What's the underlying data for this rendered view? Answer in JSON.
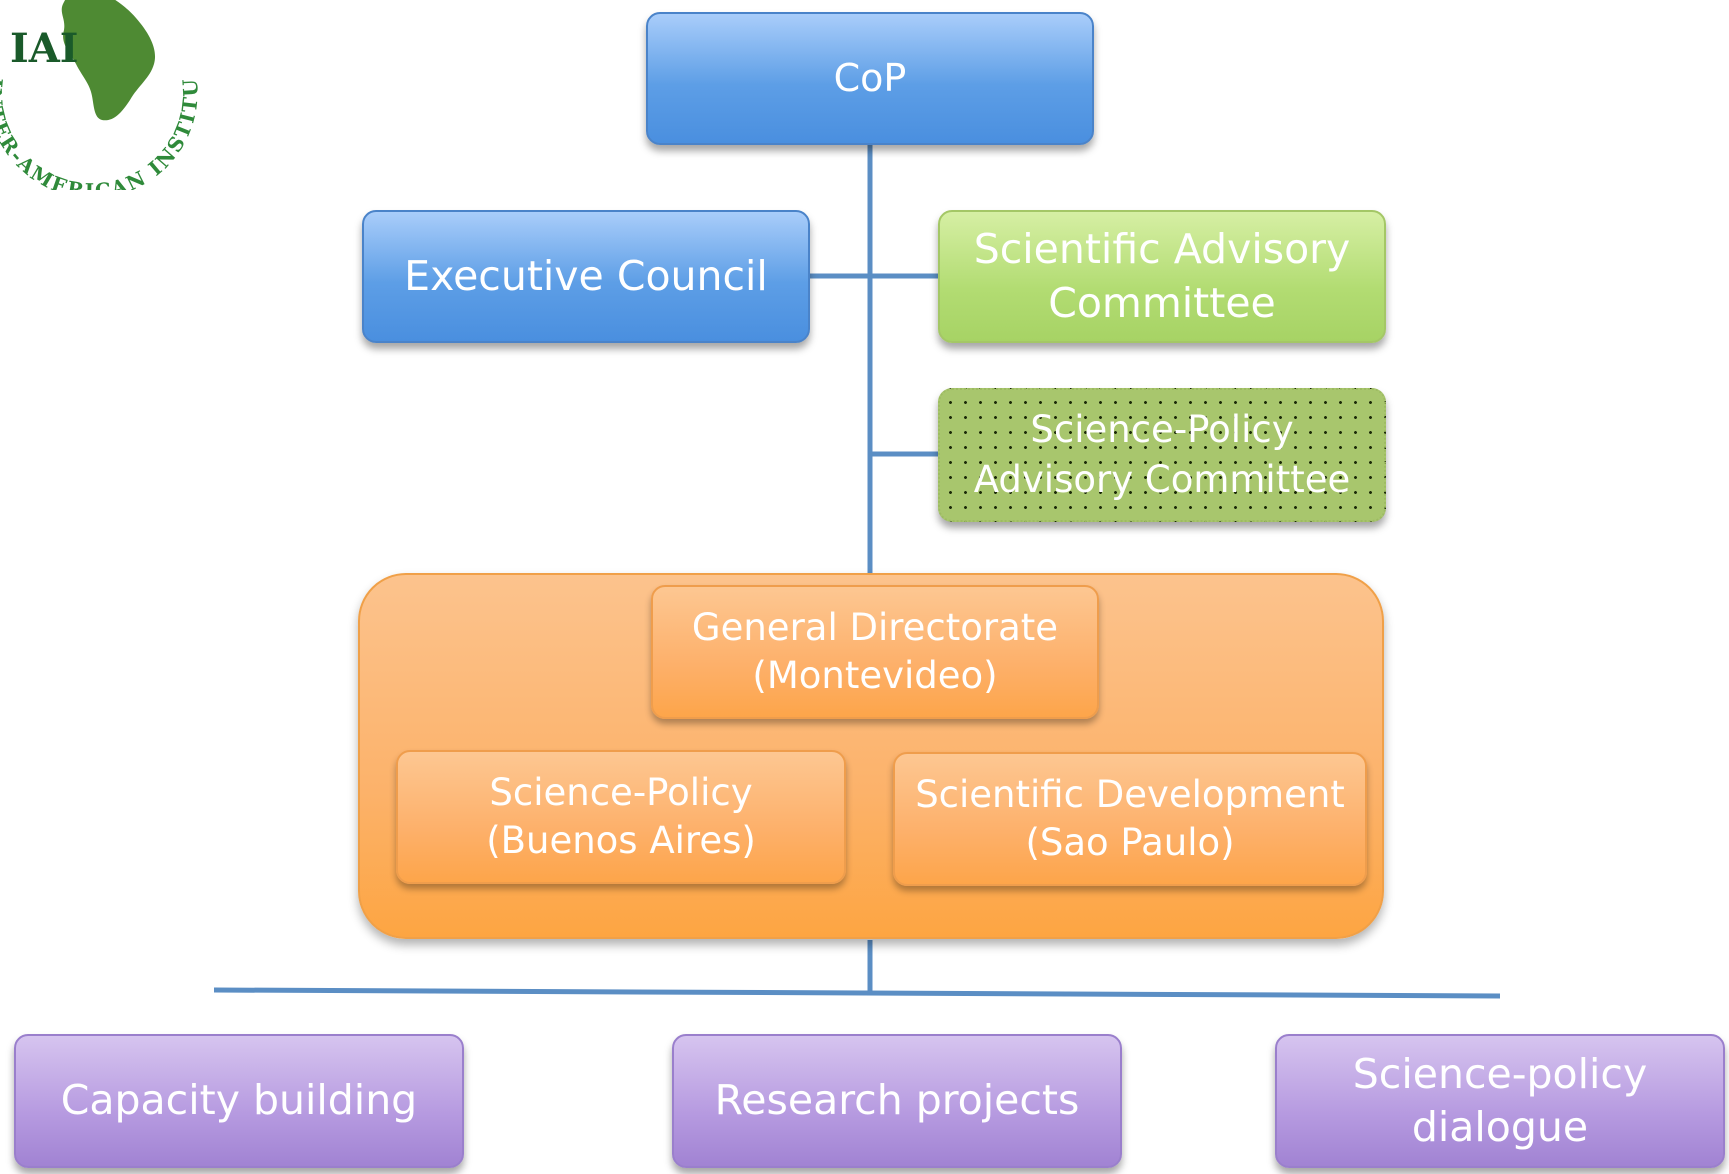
{
  "logo": {
    "text": "IAI",
    "arc_text": "INTER-AMERICAN INSTITUTE FOR GLOBAL CHANGE RESEARCH"
  },
  "nodes": {
    "cop": {
      "label": "CoP"
    },
    "executive_council": {
      "label": "Executive Council"
    },
    "sac": {
      "line1": "Scientific Advisory",
      "line2": "Committee"
    },
    "spac": {
      "line1": "Science-Policy",
      "line2": "Advisory Committee"
    },
    "general_directorate": {
      "line1": "General Directorate",
      "line2": "(Montevideo)"
    },
    "science_policy": {
      "line1": "Science-Policy",
      "line2": "(Buenos Aires)"
    },
    "scientific_development": {
      "line1": "Scientific Development",
      "line2": "(Sao Paulo)"
    },
    "capacity_building": {
      "label": "Capacity building"
    },
    "research_projects": {
      "label": "Research projects"
    },
    "science_policy_dialogue": {
      "line1": "Science-policy",
      "line2": "dialogue"
    }
  },
  "colors": {
    "connector": "#5b8ec4",
    "blue": "#5d9ee6",
    "green": "#b2dc72",
    "orange": "#fdb06a",
    "purple": "#b69ae0",
    "logo_green": "#2f8a3a"
  }
}
